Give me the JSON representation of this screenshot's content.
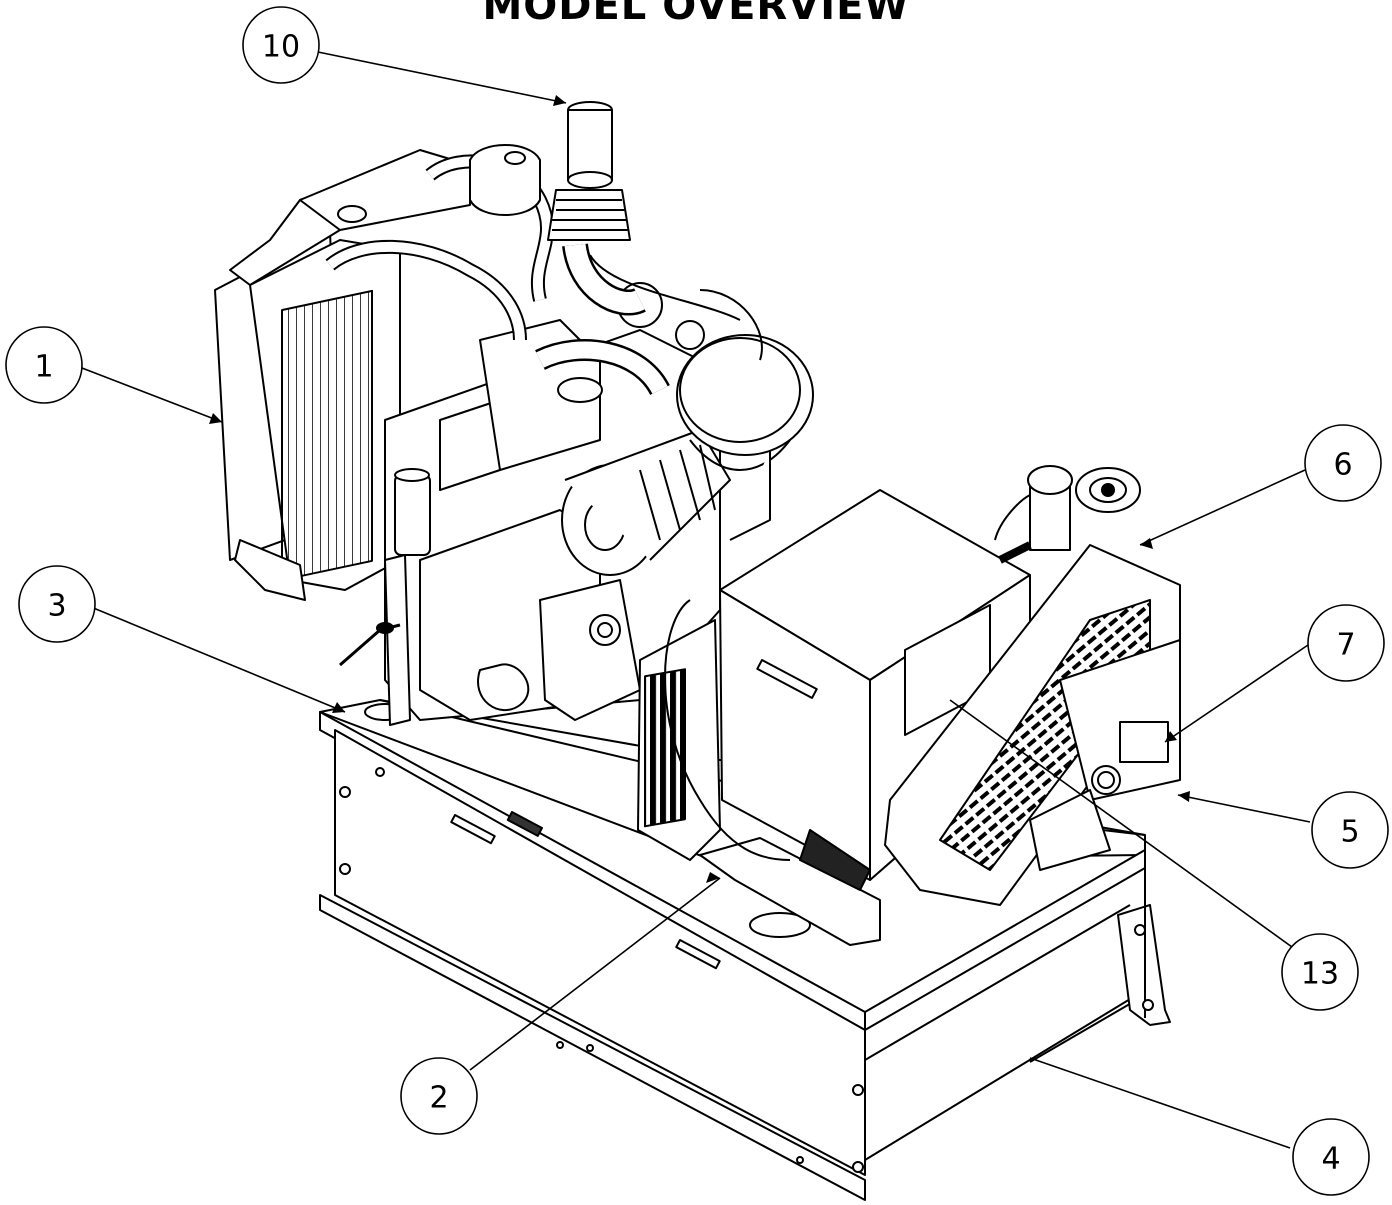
{
  "page": {
    "title": "MODEL OVERVIEW"
  },
  "callouts": [
    {
      "id": "c1",
      "label": "1"
    },
    {
      "id": "c2",
      "label": "2"
    },
    {
      "id": "c3",
      "label": "3"
    },
    {
      "id": "c4",
      "label": "4"
    },
    {
      "id": "c5",
      "label": "5"
    },
    {
      "id": "c6",
      "label": "6"
    },
    {
      "id": "c7",
      "label": "7"
    },
    {
      "id": "c10",
      "label": "10"
    },
    {
      "id": "c13",
      "label": "13"
    }
  ],
  "colors": {
    "line": "#000000",
    "paper": "#ffffff",
    "fill_dark": "#1a1a1a"
  },
  "icons": [
    "generator-drawing-icon"
  ]
}
